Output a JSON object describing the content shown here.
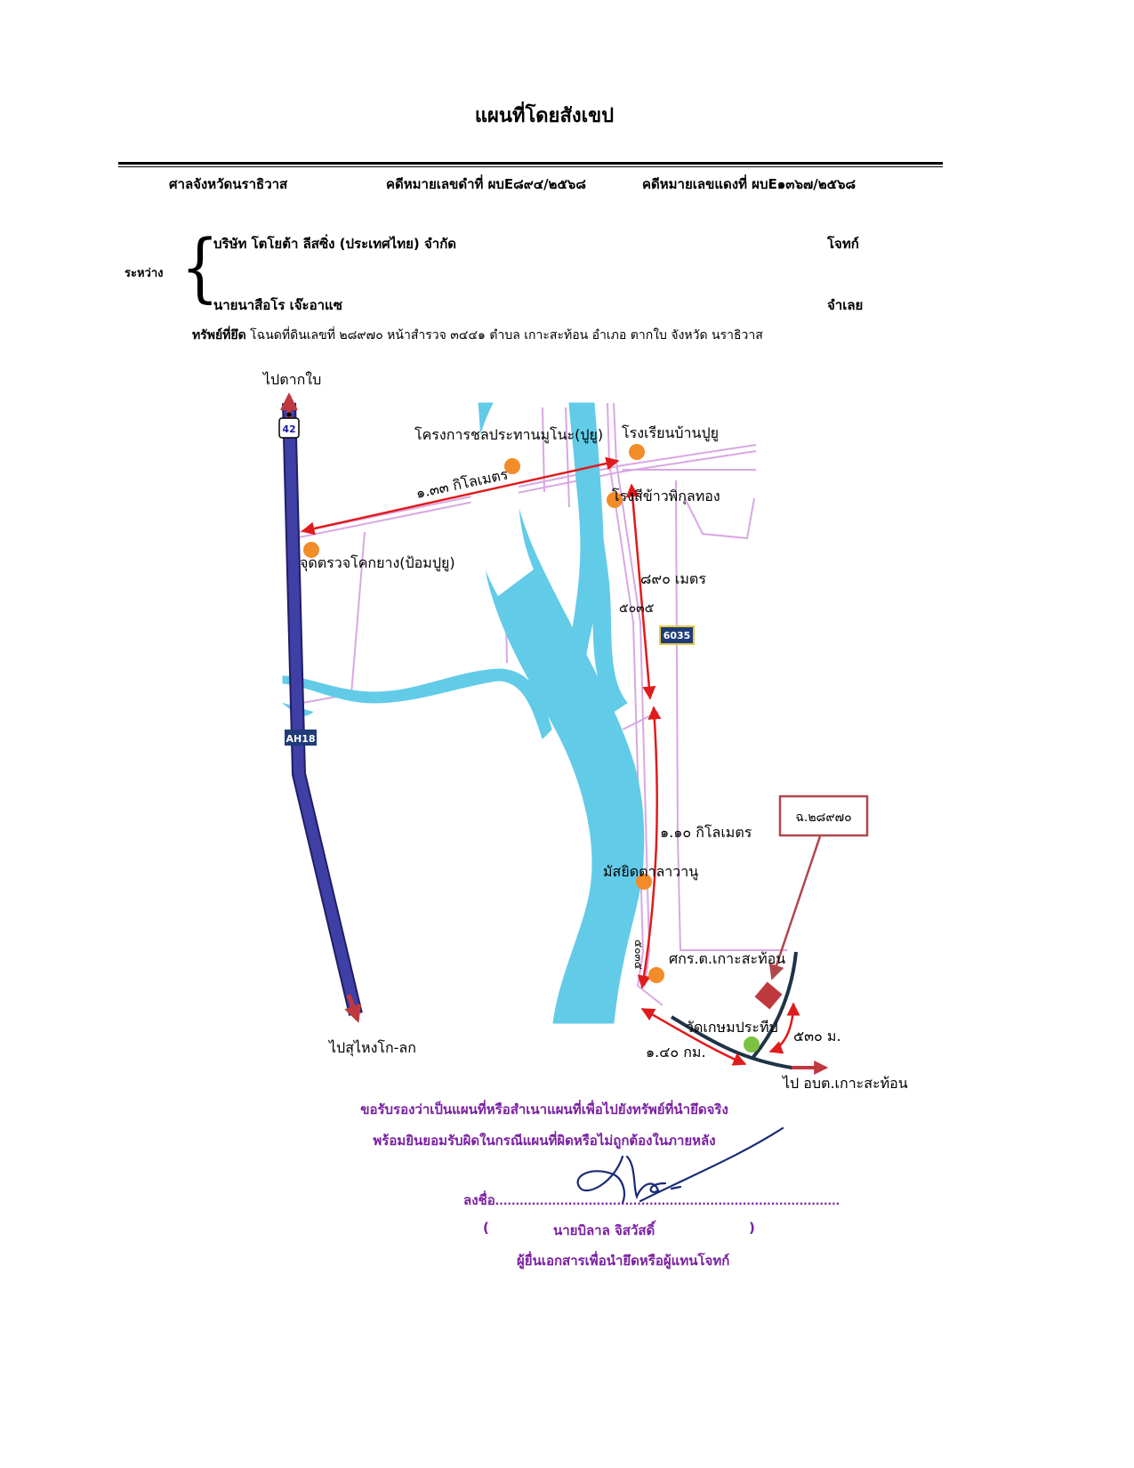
{
  "title": "แผนที่โดยสังเขป",
  "header": {
    "court": "ศาลจังหวัดนราธิวาส",
    "black_case": "คดีหมายเลขดำที่ ผบE๘๙๔/๒๕๖๘",
    "red_case": "คดีหมายเลขแดงที่ ผบE๑๓๖๗/๒๕๖๘"
  },
  "parties": {
    "between_label": "ระหว่าง",
    "plaintiff_name": "บริษัท โตโยต้า ลีสซิ่ง (ประเทศไทย) จำกัด",
    "plaintiff_role": "โจทก์",
    "defendant_name": "นายนาสือโร เจ๊ะอาแซ",
    "defendant_role": "จำเลย"
  },
  "asset": {
    "label": "ทรัพย์ที่ยึด",
    "text": "โฉนดที่ดินเลขที่ ๒๘๙๗๐ หน้าสำรวจ ๓๔๔๑ ตำบล เกาะสะท้อน อำเภอ ตากใบ จังหวัด นราธิวาส"
  },
  "map": {
    "labels": {
      "to_takbai": "ไปตากใบ",
      "to_sungai_kolok": "ไปสุไหงโก-ลก",
      "to_tambon_office": "ไป อบต.เกาะสะท้อน",
      "irrigation_project": "โครงการชลประทานมูโนะ(ปูยู)",
      "school": "โรงเรียนบ้านปูยู",
      "rice_mill": "โรงสีข้าวพิกุลทอง",
      "checkpoint": "จุดตรวจโคกยาง(ป้อมปูยู)",
      "mosque": "มัสยิดตาลาวานู",
      "tambon_center": "ศกร.ต.เกาะสะท้อน",
      "temple": "วัดเกษมประทีป",
      "dist_1_33": "๑.๓๓ กิโลเมตร",
      "dist_890": "๘๙๐ เมตร",
      "dist_1_10": "๑.๑๐ กิโลเมตร",
      "dist_1_40": "๑.๔๐ กม.",
      "dist_530": "๕๓๐ ม.",
      "road_5035_a": "๕๐๓๕",
      "road_5035_b": "๕๐๓๕",
      "shield_42": "42",
      "shield_6035": "6035",
      "shield_ah18": "AH18",
      "deed_box": "ฉ.๒๘๙๗๐"
    },
    "colors": {
      "water": "#62cbe8",
      "highway": "#3f3fa6",
      "route_arrow": "#e01b1b",
      "poi": "#f28c28",
      "temple": "#7cc242",
      "deed": "#c0383f",
      "curve_road": "#1e3346",
      "minor_road": "#d9a7e4"
    }
  },
  "certification": {
    "line1": "ขอรับรองว่าเป็นแผนที่หรือสำเนาแผนที่เพื่อไปยังทรัพย์ที่นำยึดจริง",
    "line2": "พร้อมยินยอมรับผิดในกรณีแผนที่ผิดหรือไม่ถูกต้องในภายหลัง",
    "sign_label": "ลงชื่อ",
    "sign_dots": ".....................................................................................",
    "open_paren": "(",
    "signer_name": "นายบิลาล   จิสวัสดิ์",
    "close_paren": ")",
    "signer_role": "ผู้ยื่นเอกสารเพื่อนำยึดหรือผู้แทนโจทก์"
  }
}
